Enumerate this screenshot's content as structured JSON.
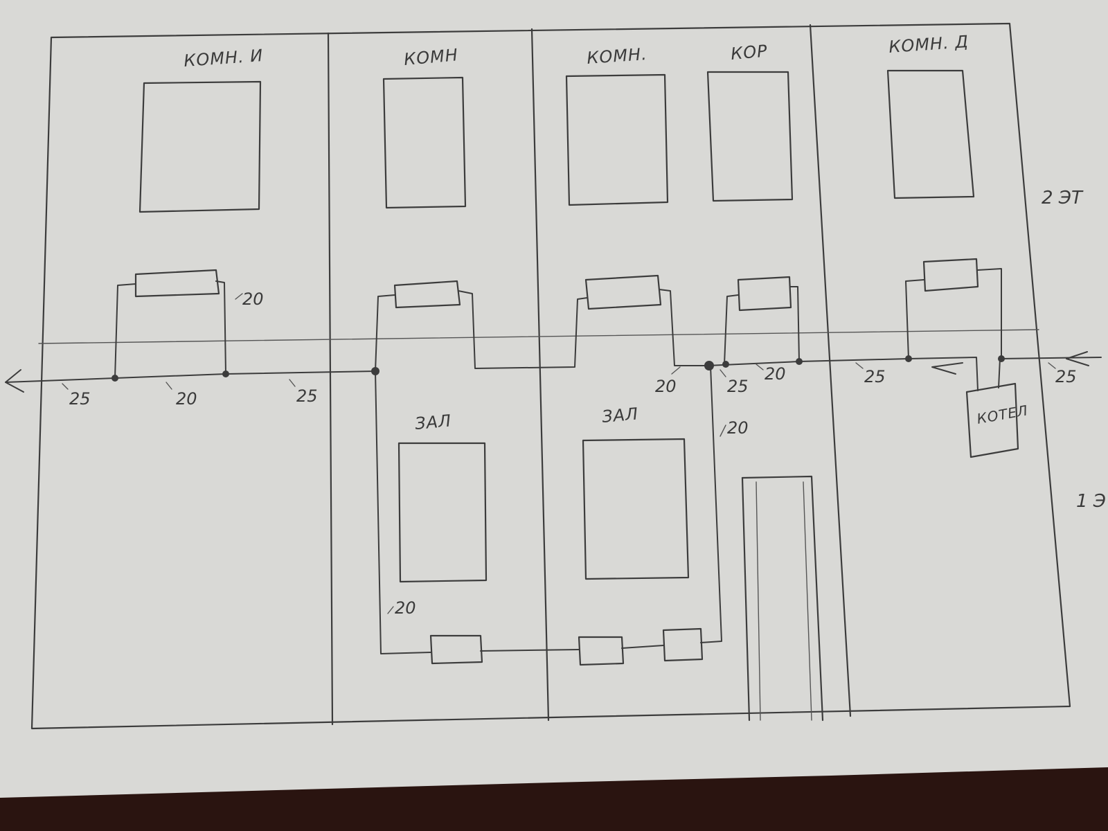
{
  "room_labels": {
    "r1": "КОМН. И",
    "r2": "КОМН",
    "r3": "КОМН.",
    "r4": "КОР",
    "r5": "КОМН. Д",
    "hall_left": "ЗАЛ",
    "hall_right": "ЗАЛ",
    "boiler": "КОТЕЛ"
  },
  "floor_labels": {
    "floor2": "2 ЭТ",
    "floor1": "1 Э"
  },
  "pipe_sizes": {
    "a": "25",
    "b": "20",
    "c": "25",
    "d": "20",
    "e": "20",
    "f": "25",
    "g": "20",
    "h": "25",
    "i": "25",
    "j": "20",
    "k": "20"
  },
  "colors": {
    "paper": "#d9d9d6",
    "ink": "#3c3c3c",
    "background": "#2a1410"
  }
}
